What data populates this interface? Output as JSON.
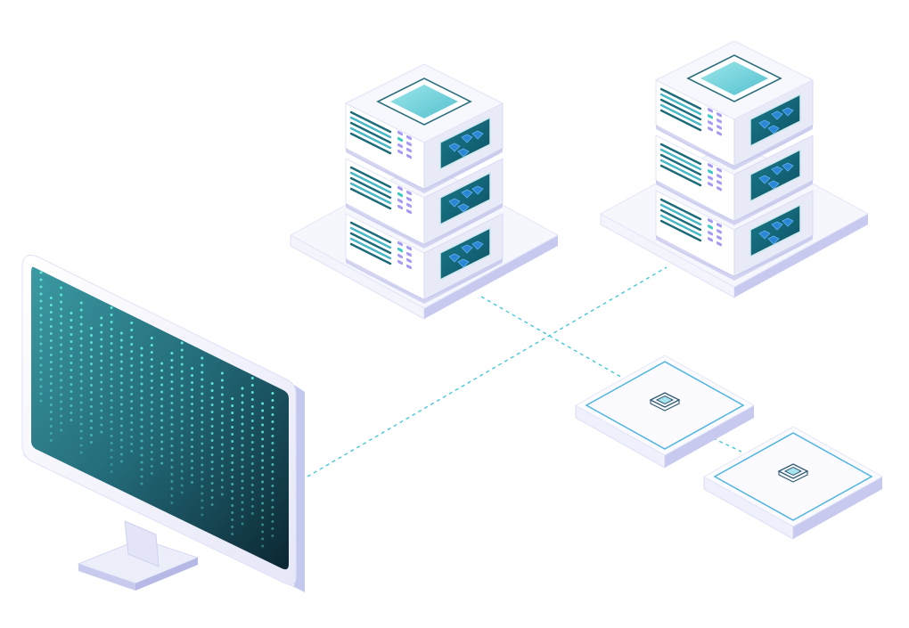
{
  "colors": {
    "background": "#ffffff",
    "platform_top": "#f3f4fc",
    "platform_side": "#c7c9ef",
    "unit_top": "#f7f8fe",
    "unit_front": "#ffffff",
    "unit_side": "#e9eaf8",
    "unit_edge": "#b9bbe8",
    "teal_accent": "#47b6c6",
    "teal_light": "#8fe0e6",
    "window_dark": "#0f5e72",
    "window_cube": "#2b86d6",
    "vent_dark": "#1d6a78",
    "led_purple": "#a59af0",
    "led_teal": "#3cc8c0",
    "screen_dark": "#0d2f3d",
    "screen_mid": "#2a7f8a",
    "matrix_dot": "#5fe8d8",
    "link_line": "#45c8d8",
    "pad_outline": "#4fb4e0"
  },
  "icons": {
    "server_racks": [
      "server-rack-icon",
      "server-rack-icon"
    ],
    "monitor": "monitor-icon",
    "nodes": [
      "chip-icon",
      "chip-icon"
    ]
  },
  "scene": {
    "server_stacks": 2,
    "units_per_stack": 3,
    "network_nodes": 2
  }
}
